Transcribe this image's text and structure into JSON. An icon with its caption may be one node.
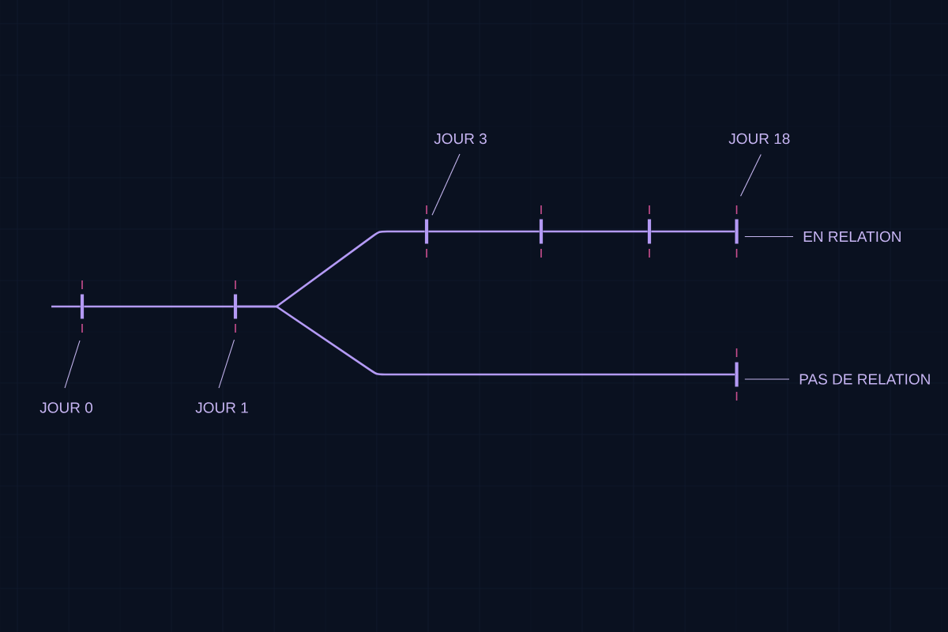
{
  "diagram": {
    "nodes": [
      {
        "text": [
          "JOUR 3"
        ]
      },
      {
        "text": [
          "JOUR 18"
        ]
      },
      {
        "text": [
          "EN RELATION"
        ]
      },
      {
        "text": [
          "PAS DE RELATION"
        ]
      },
      {
        "text": [
          "JOUR 0"
        ]
      },
      {
        "text": [
          "JOUR 1"
        ]
      },
      {
        "text": [],
        "shape": "bar"
      },
      {
        "text": [],
        "shape": "bar"
      },
      {
        "text": [],
        "shape": "bar"
      },
      {
        "text": [],
        "shape": "bar"
      },
      {
        "text": [],
        "shape": "bar"
      },
      {
        "text": [],
        "shape": "bar"
      },
      {
        "text": [],
        "shape": "bar"
      }
    ],
    "edges": [
      {
        "from": 0,
        "to": 8,
        "arrow": "none"
      },
      {
        "from": 1,
        "to": 11,
        "arrow": "none"
      },
      {
        "from": 2,
        "to": 11,
        "arrow": "none"
      },
      {
        "from": 3,
        "to": 12,
        "arrow": "none"
      },
      {
        "from": 4,
        "to": 6,
        "arrow": "none"
      },
      {
        "from": 5,
        "to": 7,
        "arrow": "none"
      },
      {
        "from": null,
        "to": 6,
        "arrow": "none"
      },
      {
        "from": 6,
        "to": 7,
        "arrow": "none"
      },
      {
        "from": 7,
        "to": 8,
        "arrow": "none"
      },
      {
        "from": 7,
        "to": 12,
        "arrow": "none"
      },
      {
        "from": 8,
        "to": 9,
        "arrow": "none"
      },
      {
        "from": 9,
        "to": 10,
        "arrow": "none"
      },
      {
        "from": 10,
        "to": 11,
        "arrow": "none"
      }
    ]
  }
}
